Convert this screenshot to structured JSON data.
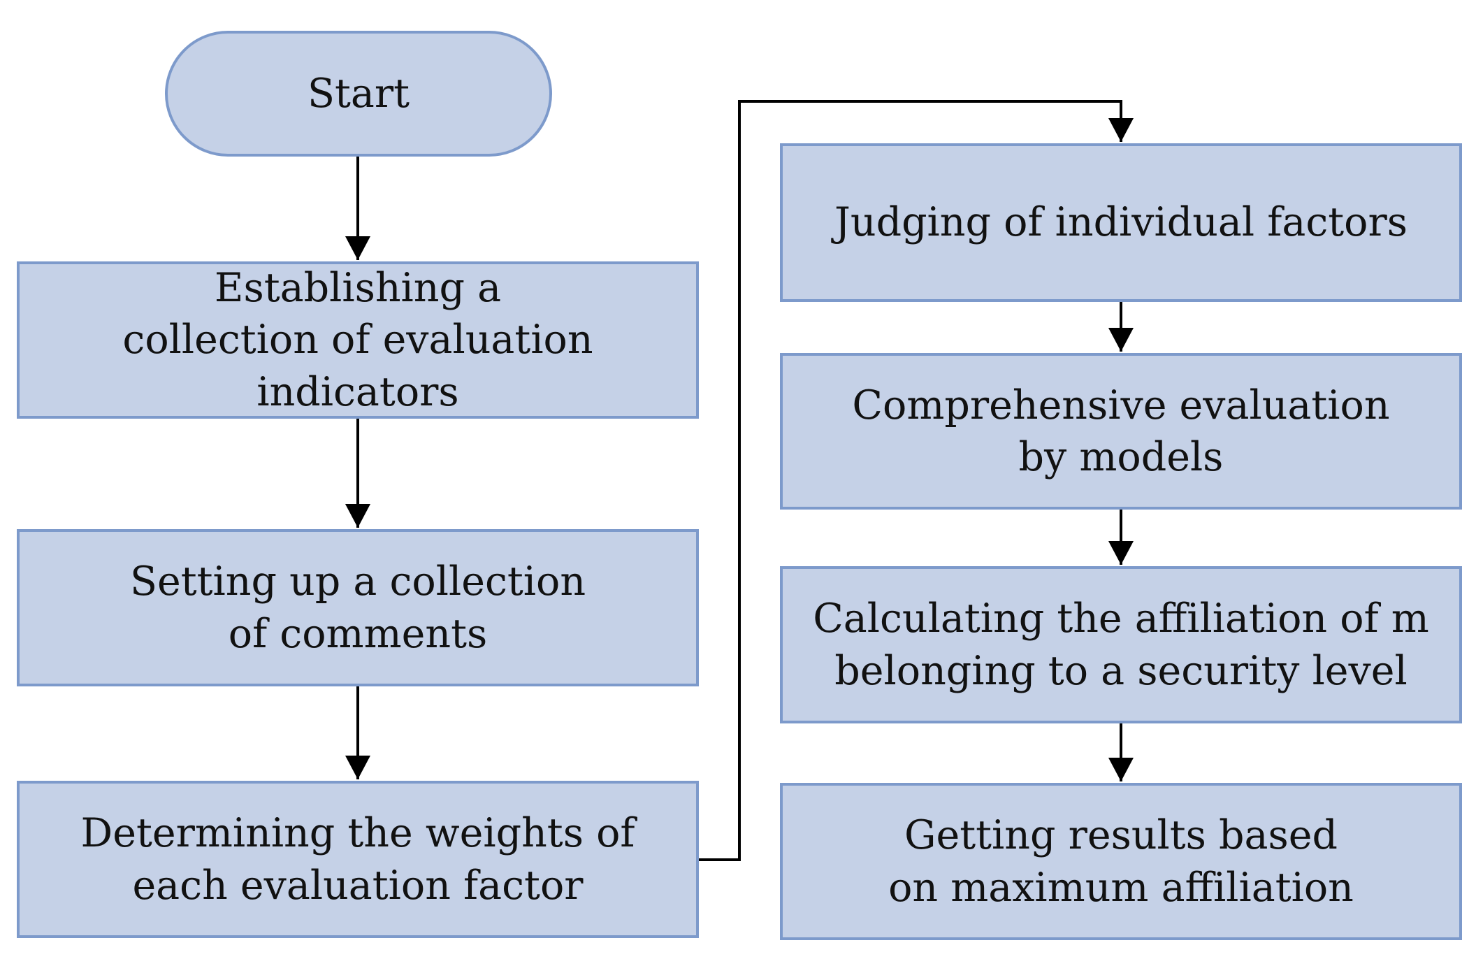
{
  "diagram": {
    "type": "flowchart",
    "colors": {
      "node_fill": "#c5d1e7",
      "node_border": "#7d9acb",
      "text": "#111111",
      "connector": "#000000"
    },
    "nodes": {
      "start": {
        "label": "Start",
        "shape": "rounded-terminal"
      },
      "establish": {
        "label": "Establishing a collection of evaluation indicators",
        "shape": "rectangle"
      },
      "comments": {
        "label": "Setting up a collection of comments",
        "shape": "rectangle"
      },
      "weights": {
        "label": "Determining the weights of each evaluation factor",
        "shape": "rectangle"
      },
      "judging": {
        "label": "Judging of individual factors",
        "shape": "rectangle"
      },
      "comprehensive": {
        "label": "Comprehensive evaluation by models",
        "shape": "rectangle"
      },
      "affiliation": {
        "label": "Calculating the affiliation of m belonging to a security level",
        "shape": "rectangle"
      },
      "results": {
        "label": "Getting results based on maximum affiliation",
        "shape": "rectangle"
      }
    },
    "edges": [
      {
        "from": "start",
        "to": "establish"
      },
      {
        "from": "establish",
        "to": "comments"
      },
      {
        "from": "comments",
        "to": "weights"
      },
      {
        "from": "weights",
        "to": "judging"
      },
      {
        "from": "judging",
        "to": "comprehensive"
      },
      {
        "from": "comprehensive",
        "to": "affiliation"
      },
      {
        "from": "affiliation",
        "to": "results"
      }
    ]
  }
}
